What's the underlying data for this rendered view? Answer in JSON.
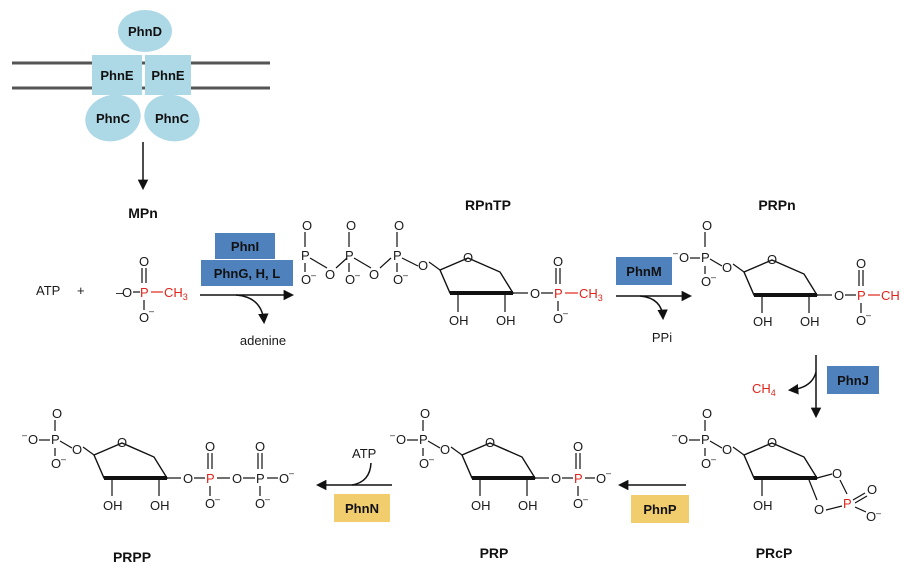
{
  "colors": {
    "transporter": "#add8e6",
    "enzyme_blue": "#4f81bd",
    "enzyme_yellow": "#f2cd6e",
    "methyl_red": "#e0241c",
    "membrane": "#555555"
  },
  "transporter": {
    "phnD": "PhnD",
    "phnE_left": "PhnE",
    "phnE_right": "PhnE",
    "phnC_left": "PhnC",
    "phnC_right": "PhnC"
  },
  "compounds": {
    "mpn": "MPn",
    "rpntp": "RPnTP",
    "prpn": "PRPn",
    "prcp": "PRcP",
    "prp": "PRP",
    "prpp": "PRPP"
  },
  "enzymes": {
    "phnI": "PhnI",
    "phnGHL": "PhnG, H, L",
    "phnM": "PhnM",
    "phnJ": "PhnJ",
    "phnP": "PhnP",
    "phnN": "PhnN"
  },
  "cosubstrates": {
    "atp": "ATP",
    "plus": "+",
    "adenine": "adenine",
    "ppi": "PPi",
    "ch4": "CH",
    "ch4_sub": "4",
    "atp2": "ATP"
  },
  "atoms": {
    "P": "P",
    "O": "O",
    "OH": "OH",
    "minus": "–",
    "ch3": "CH",
    "ch3_sub": "3",
    "ch": "CH"
  }
}
